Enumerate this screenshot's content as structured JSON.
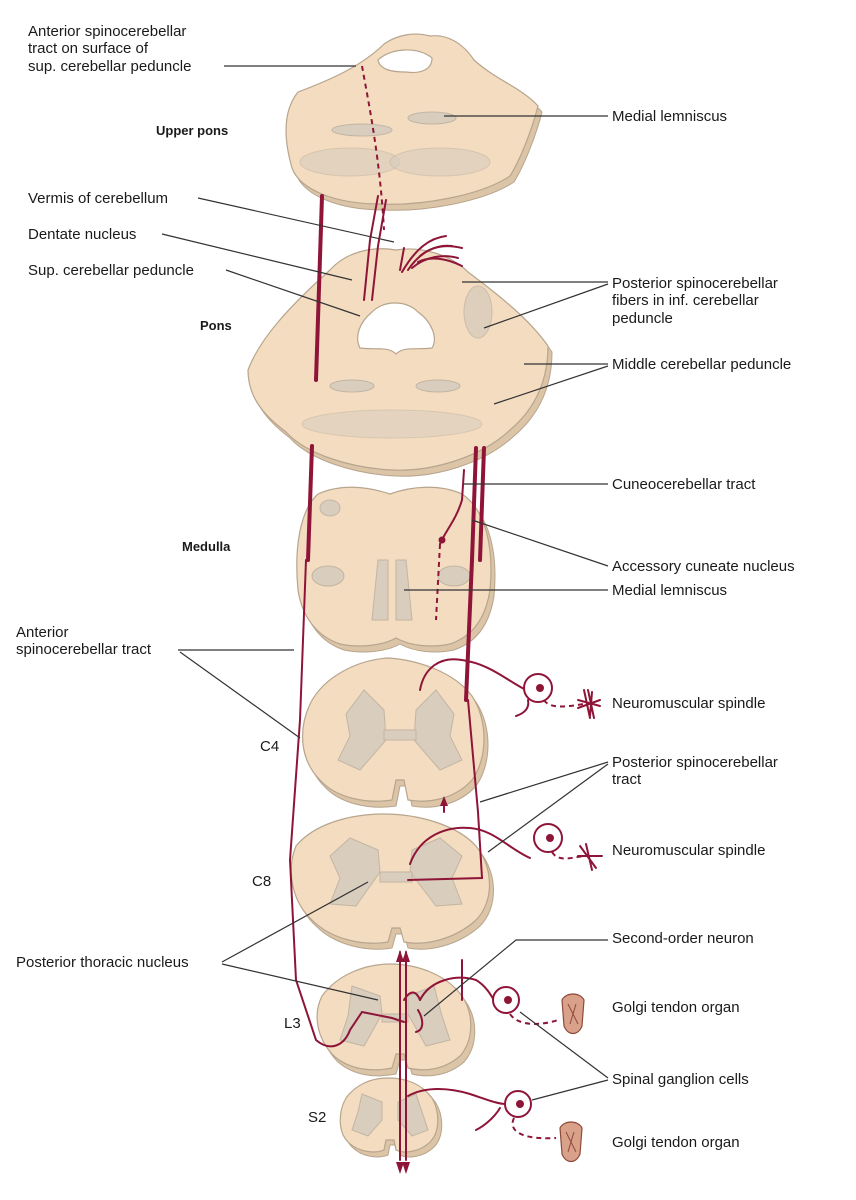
{
  "levels": {
    "upper_pons": "Upper pons",
    "pons": "Pons",
    "medulla": "Medulla",
    "c4": "C4",
    "c8": "C8",
    "l3": "L3",
    "s2": "S2"
  },
  "labels_left": {
    "anterior_sct_surface_1": "Anterior spinocerebellar",
    "anterior_sct_surface_2": "tract on surface of",
    "anterior_sct_surface_3": "sup. cerebellar peduncle",
    "vermis": "Vermis of cerebellum",
    "dentate": "Dentate nucleus",
    "sup_cerebellar_peduncle": "Sup. cerebellar peduncle",
    "anterior_sct_1": "Anterior",
    "anterior_sct_2": "spinocerebellar tract",
    "posterior_thoracic": "Posterior thoracic nucleus"
  },
  "labels_right": {
    "medial_lemniscus_1": "Medial lemniscus",
    "posterior_sc_fibers_1": "Posterior spinocerebellar",
    "posterior_sc_fibers_2": "fibers in inf. cerebellar",
    "posterior_sc_fibers_3": "peduncle",
    "middle_cerebellar_peduncle": "Middle cerebellar peduncle",
    "cuneocerebellar": "Cuneocerebellar tract",
    "accessory_cuneate": "Accessory cuneate nucleus",
    "medial_lemniscus_2": "Medial lemniscus",
    "neuromuscular_spindle_1": "Neuromuscular spindle",
    "posterior_sct_1": "Posterior spinocerebellar",
    "posterior_sct_2": "tract",
    "neuromuscular_spindle_2": "Neuromuscular spindle",
    "second_order_neuron": "Second-order neuron",
    "golgi_tendon_1": "Golgi tendon organ",
    "spinal_ganglion": "Spinal ganglion cells",
    "golgi_tendon_2": "Golgi tendon organ"
  },
  "colors": {
    "tract": "#8e1538",
    "tissue": "#f3dcc0",
    "gray_matter": "#d9cdbd"
  }
}
